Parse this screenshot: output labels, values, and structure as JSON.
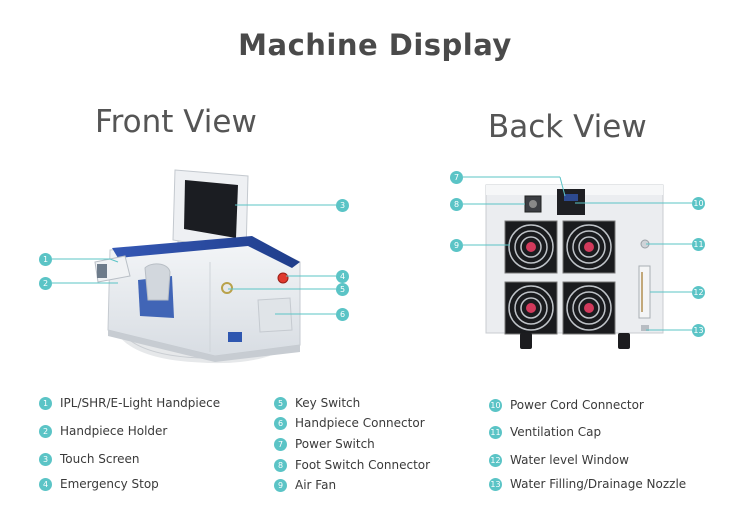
{
  "title": "Machine  Display",
  "front_view": {
    "title": "Front  View",
    "callouts": [
      "1",
      "2",
      "3",
      "4",
      "5",
      "6"
    ]
  },
  "back_view": {
    "title": "Back View",
    "callouts": [
      "7",
      "8",
      "9",
      "10",
      "11",
      "12",
      "13"
    ]
  },
  "legend": [
    {
      "n": "1",
      "label": "IPL/SHR/E-Light Handpiece"
    },
    {
      "n": "2",
      "label": "Handpiece Holder"
    },
    {
      "n": "3",
      "label": "Touch Screen"
    },
    {
      "n": "4",
      "label": "Emergency Stop"
    },
    {
      "n": "5",
      "label": "Key Switch"
    },
    {
      "n": "6",
      "label": "Handpiece Connector"
    },
    {
      "n": "7",
      "label": "Power Switch"
    },
    {
      "n": "8",
      "label": "Foot Switch Connector"
    },
    {
      "n": "9",
      "label": "Air Fan"
    },
    {
      "n": "10",
      "label": "Power Cord Connector"
    },
    {
      "n": "11",
      "label": "Ventilation Cap"
    },
    {
      "n": "12",
      "label": "Water level Window"
    },
    {
      "n": "13",
      "label": "Water Filling/Drainage Nozzle"
    }
  ],
  "colors": {
    "accent": "#5bc4c6",
    "machine_blue": "#2c4fa8",
    "text": "#3a3a3a"
  }
}
